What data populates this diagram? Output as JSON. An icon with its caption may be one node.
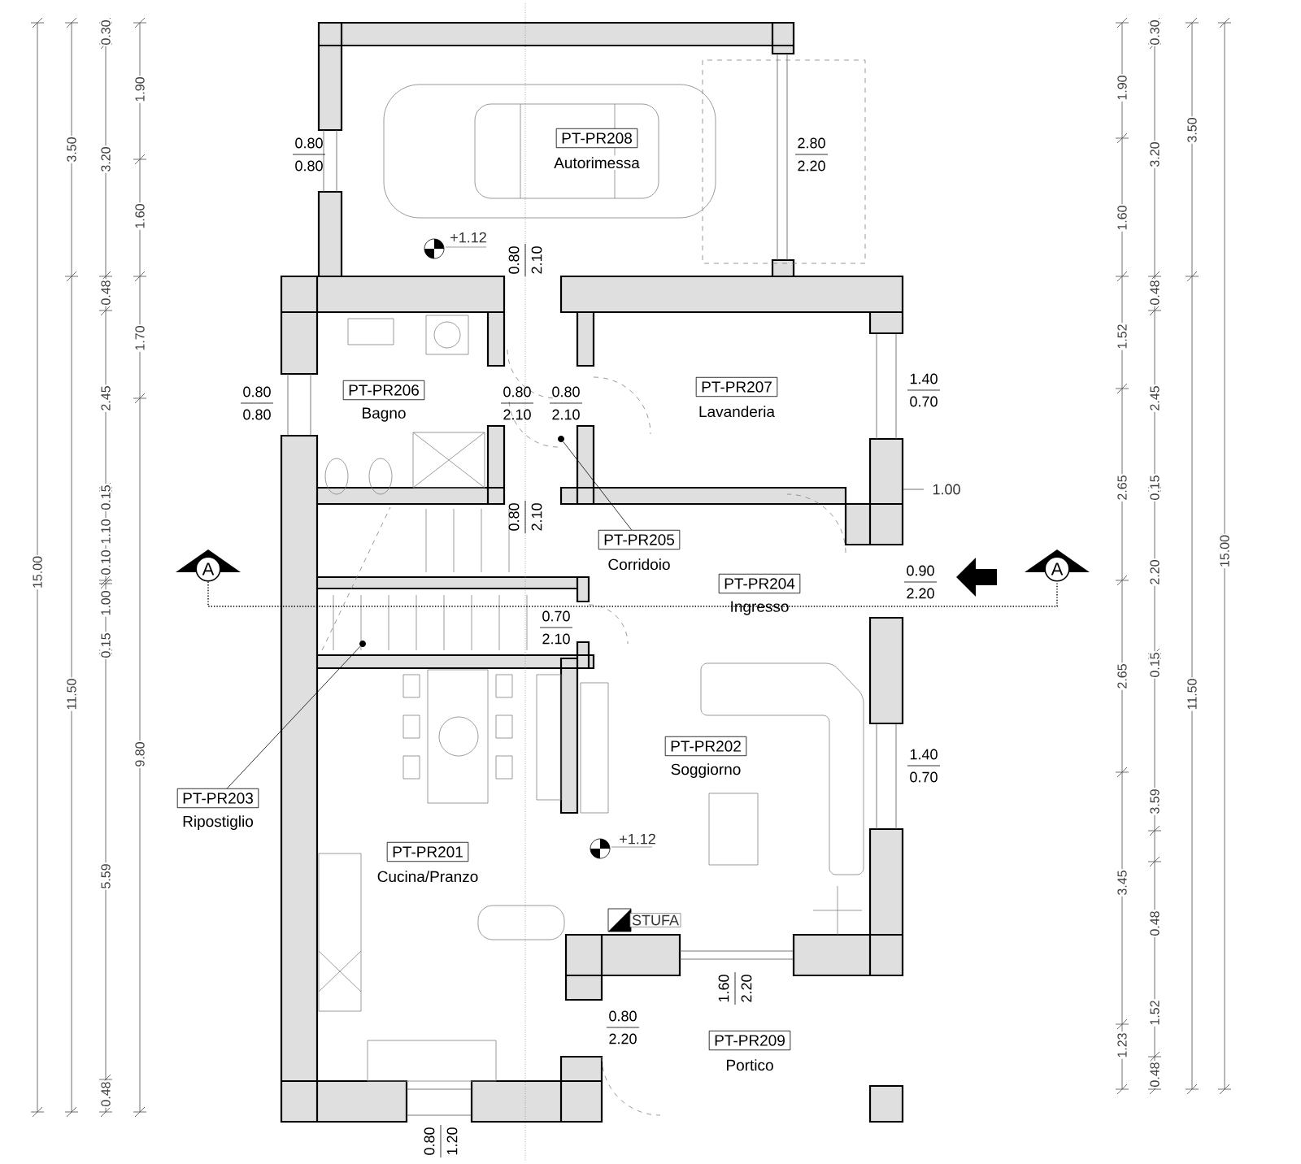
{
  "diagram": {
    "nodes": [
      {
        "text": [
          "PT-PR208",
          "Autorimessa"
        ]
      },
      {
        "text": [
          "PT-PR206",
          "Bagno"
        ]
      },
      {
        "text": [
          "PT-PR207",
          "Lavanderia"
        ]
      },
      {
        "text": [
          "PT-PR205",
          "Corridoio"
        ]
      },
      {
        "text": [
          "PT-PR204",
          "Ingresso"
        ]
      },
      {
        "text": [
          "PT-PR203",
          "Ripostiglio"
        ]
      },
      {
        "text": [
          "PT-PR202",
          "Soggiorno"
        ]
      },
      {
        "text": [
          "PT-PR201",
          "Cucina/Pranzo"
        ]
      },
      {
        "text": [
          "PT-PR209",
          "Portico"
        ]
      },
      {
        "text": [
          "A"
        ]
      },
      {
        "text": [
          "A"
        ]
      },
      {
        "text": [],
        "shape": "circle"
      },
      {
        "text": [],
        "shape": "circle"
      }
    ],
    "edges": [
      {
        "from": 3,
        "to": 11,
        "arrow": "none"
      },
      {
        "from": 5,
        "to": 12,
        "arrow": "none"
      },
      {
        "from": 9,
        "to": 10,
        "arrow": "none",
        "style": "dashed"
      }
    ],
    "labels": [
      "15.00",
      "3.50",
      "11.50",
      "0.30",
      "3.20",
      "0.48",
      "2.45",
      "0.15",
      "1.10",
      "0.10",
      "1.00",
      "0.15",
      "5.59",
      "0.48",
      "1.90",
      "1.60",
      "1.70",
      "9.80",
      "0.80",
      "0.80",
      "2.80",
      "2.20",
      "+1.12",
      "0.80",
      "2.10",
      "0.80",
      "0.80",
      "0.80",
      "2.10",
      "0.80",
      "2.10",
      "1.40",
      "0.70",
      "1.00",
      "0.80",
      "2.10",
      "0.90",
      "2.20",
      "0.70",
      "2.10",
      "1.40",
      "0.70",
      "+1.12",
      "STUFA",
      "1.60",
      "2.20",
      "0.80",
      "2.20",
      "0.80",
      "1.20",
      "1.90",
      "1.60",
      "1.52",
      "2.65",
      "2.65",
      "3.45",
      "1.23",
      "0.30",
      "3.20",
      "0.48",
      "2.45",
      "0.15",
      "2.20",
      "0.15",
      "3.59",
      "0.48",
      "1.52",
      "0.48",
      "3.50",
      "11.50",
      "15.00"
    ]
  }
}
